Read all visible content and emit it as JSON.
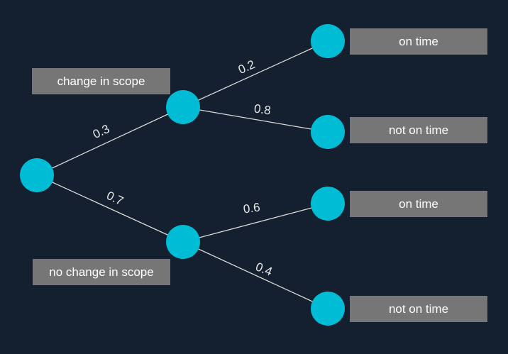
{
  "colors": {
    "background": "#14202f",
    "node": "#00bcd4",
    "label_box": "#767676",
    "edge": "#d8d8d8",
    "text": "#ffffff"
  },
  "labels": {
    "change_in_scope": "change in scope",
    "no_change_in_scope": "no change in scope",
    "outcome_1": "on time",
    "outcome_2": "not on time",
    "outcome_3": "on time",
    "outcome_4": "not on time"
  },
  "probabilities": {
    "p_change": "0.3",
    "p_no_change": "0.7",
    "p_change_on_time": "0.2",
    "p_change_not_on_time": "0.8",
    "p_no_change_on_time": "0.6",
    "p_no_change_not_on_time": "0.4"
  }
}
